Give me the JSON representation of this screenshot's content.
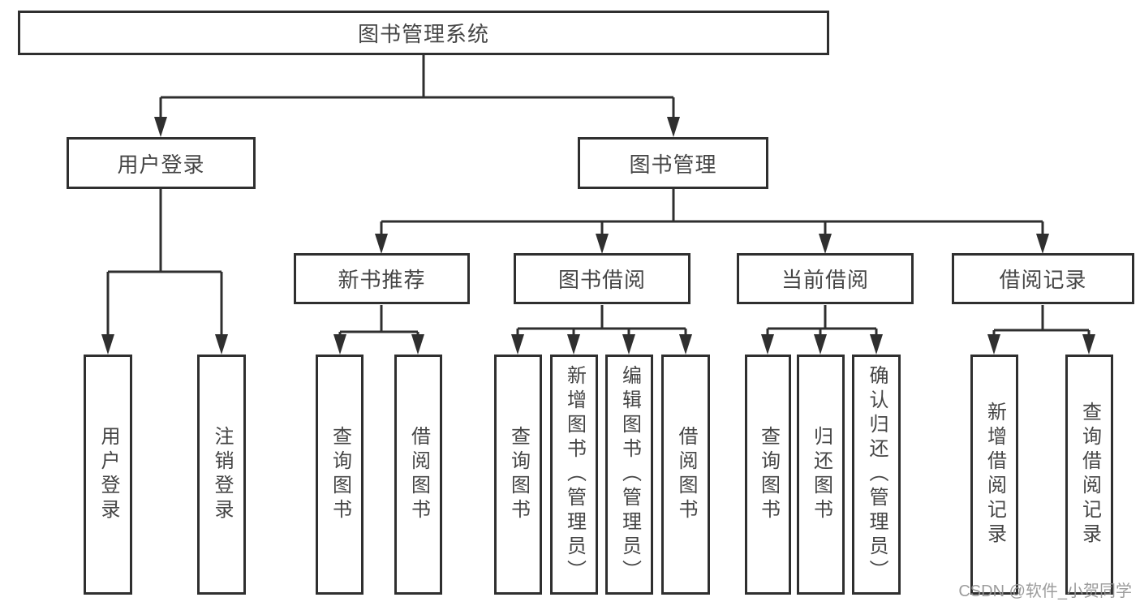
{
  "diagram_title": "图书管理系统",
  "watermark": "CSDN @软件_小贺同学",
  "colors": {
    "line": "#2f2f2f",
    "box_border": "#2f2f2f",
    "text": "#454545",
    "background": "#ffffff",
    "watermark": "#949494"
  },
  "nodes": {
    "root": "图书管理系统",
    "user_login": "用户登录",
    "book_mgmt": "图书管理",
    "new_book_rec": "新书推荐",
    "book_borrow": "图书借阅",
    "current_borrow": "当前借阅",
    "borrow_record": "借阅记录",
    "ul_user_login": "用户登录",
    "ul_logout": "注销登录",
    "nb_query_book": "查询图书",
    "nb_borrow_book": "借阅图书",
    "bb_query_book": "查询图书",
    "bb_add_book": "新增图书（管理员）",
    "bb_edit_book": "编辑图书（管理员）",
    "bb_borrow_book": "借阅图书",
    "cb_query_book": "查询图书",
    "cb_return_book": "归还图书",
    "cb_confirm_return": "确认归还（管理员）",
    "br_add_record": "新增借阅记录",
    "br_query_record": "查询借阅记录"
  }
}
